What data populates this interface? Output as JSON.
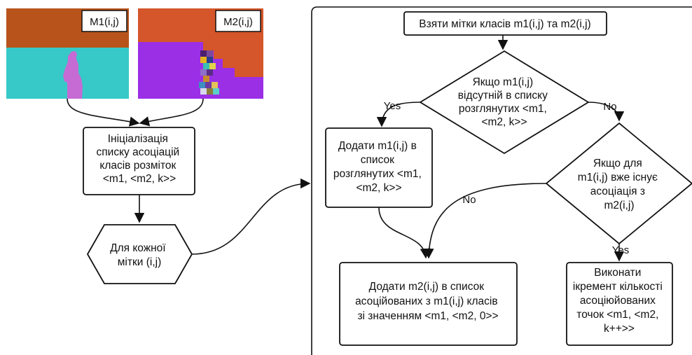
{
  "images": {
    "m1": {
      "tag": "M1(i,j)"
    },
    "m2": {
      "tag": "M2(i,j)"
    }
  },
  "colors": {
    "m1_top": "#b8541b",
    "m1_bottom": "#37c9c7",
    "m1_figure": "#c56bd3",
    "m2_top": "#d4562a",
    "m2_bottom": "#9b2fe6",
    "stroke": "#111111"
  },
  "nodes": {
    "init": [
      "Ініціалізація",
      "списку асоціацій",
      "класів розміток",
      "<m1, <m2, k>>"
    ],
    "each_label": [
      "Для кожної",
      "мітки (i,j)"
    ],
    "take_labels": [
      "Взяти мітки класів m1(i,j) та m2(i,j)"
    ],
    "if_absent": [
      "Якщо m1(i,j)",
      "відсутній в списку",
      "розглянутих <m1,",
      "<m2, k>>"
    ],
    "add_considered": [
      "Додати  m1(i,j)  в",
      "список",
      "розглянутих <m1,",
      "<m2, k>>"
    ],
    "if_exists": [
      "Якщо для",
      "m1(i,j) вже існує",
      "асоціація з",
      "m2(i,j)"
    ],
    "add_associated": [
      "Додати m2(i,j)  в список",
      "асоційованих з m1(i,j) класів",
      "зі значенням <m1, <m2, 0>>"
    ],
    "increment": [
      "Виконати",
      "ікремент кількості",
      "асоціюйованих",
      "точок  <m1, <m2,",
      "k++>>"
    ]
  },
  "edge_labels": {
    "yes_left": "Yes",
    "no_right": "No",
    "no_left": "No",
    "yes_bottom": "Yes"
  }
}
